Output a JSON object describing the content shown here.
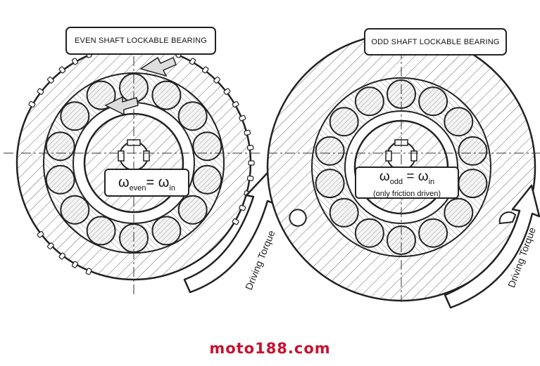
{
  "left_bearing": {
    "title": "EVEN SHAFT LOCKABLE BEARING",
    "equation": {
      "omega": "ω",
      "sub1": "even",
      "mid": "= ω",
      "sub2": "in"
    },
    "torque_label": "Driving Torque"
  },
  "right_bearing": {
    "title": "ODD SHAFT LOCKABLE BEARING",
    "equation": {
      "omega": "ω",
      "sub1": "odd",
      "mid": " = ω",
      "sub2": "in",
      "note": "(only friction driven)"
    },
    "torque_label": "Driving Torque"
  },
  "watermark": "moto188.com",
  "colors": {
    "line": "#222222",
    "hatch": "#555555",
    "watermark": "#c8102e"
  }
}
